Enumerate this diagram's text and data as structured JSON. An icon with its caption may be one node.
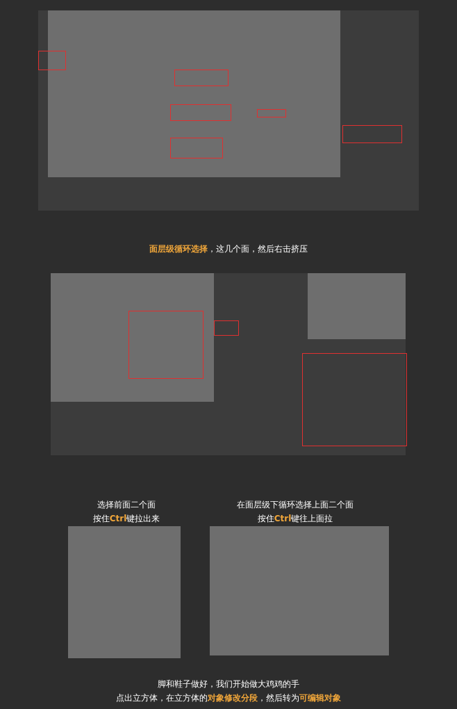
{
  "diagram": {
    "labels": [
      "**面层级循环选择**，这几个面，然后右击挤压",
      "选择前面二个面",
      "按住**Ctrl**键拉出来",
      "在面层级下循环选择上面二个面",
      "按住**Ctrl**键往上面拉",
      "脚和鞋子做好，我们开始做大鸡鸡的手",
      "点出立方体，在立方体的**对象修改分段**，然后转为**可编辑对象**"
    ]
  }
}
